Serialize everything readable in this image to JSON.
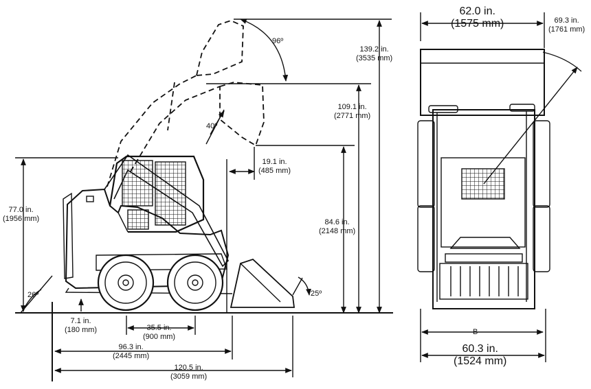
{
  "side_view": {
    "height_overall": {
      "in": "139.2 in.",
      "mm": "(3535 mm)"
    },
    "height_hinge": {
      "in": "109.1 in.",
      "mm": "(2771 mm)"
    },
    "dump_height": {
      "in": "84.6 in.",
      "mm": "(2148 mm)"
    },
    "dump_reach": {
      "in": "19.1 in.",
      "mm": "(485 mm)"
    },
    "height_cab": {
      "in": "77.0 in.",
      "mm": "(1956 mm)"
    },
    "ground_clearance": {
      "in": "7.1 in.",
      "mm": "(180 mm)"
    },
    "wheelbase": {
      "in": "35.5 in.",
      "mm": "(900 mm)"
    },
    "length_no_bucket": {
      "in": "96.3 in.",
      "mm": "(2445 mm)"
    },
    "length_with_bucket": {
      "in": "120.5 in.",
      "mm": "(3059 mm)"
    },
    "angle_rollback_raised": "96º",
    "angle_dump": "40º",
    "angle_departure": "26º",
    "angle_rollback_ground": "25º"
  },
  "top_view": {
    "bucket_width": {
      "in": "62.0 in.",
      "mm": "(1575 mm)"
    },
    "turning_radius": {
      "in": "69.3 in.",
      "mm": "(1761 mm)"
    },
    "overall_width": {
      "in": "60.3 in.",
      "mm": "(1524 mm)"
    },
    "tread_label": "B"
  }
}
